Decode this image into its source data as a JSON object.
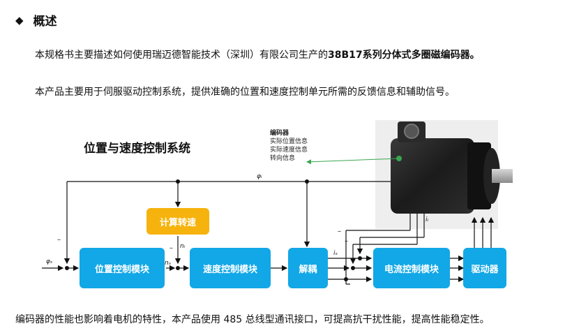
{
  "section": {
    "marker": "◆",
    "title": "概述"
  },
  "para1": {
    "text": "本规格书主要描述如何使用瑞迈德智能技术（深圳）有限公司生产的",
    "bold": "38B17系列分体式多圈磁编码器。"
  },
  "para2": "本产品主要用于伺服驱动控制系统，提供准确的位置和速度控制单元所需的反馈信息和辅助信号。",
  "diagram": {
    "title": "位置与速度控制系统",
    "encoder": {
      "title": "编码器",
      "lines": [
        "实际位置信息",
        "实际速度信息",
        "转向信息"
      ]
    },
    "blocks": {
      "calc": "计算转速",
      "position": "位置控制模块",
      "speed": "速度控制模块",
      "decouple": "解耦",
      "current": "电流控制模块",
      "driver": "驱动器"
    },
    "signals": {
      "phi_i": "φᵢ",
      "phi_s": "φₛ",
      "n_i": "nᵢ",
      "n_s": "nₛ",
      "i_i": "iᵢ",
      "i_s": "iₛ",
      "minus": "–"
    },
    "colors": {
      "block": "#12a7e6",
      "calc": "#f6b30d",
      "arrow_green": "#3aa651"
    }
  },
  "footer": "编码器的性能也影响着电机的特性，本产品使用 485 总线型通讯接口，可提高抗干扰性能，提高性能稳定性。"
}
